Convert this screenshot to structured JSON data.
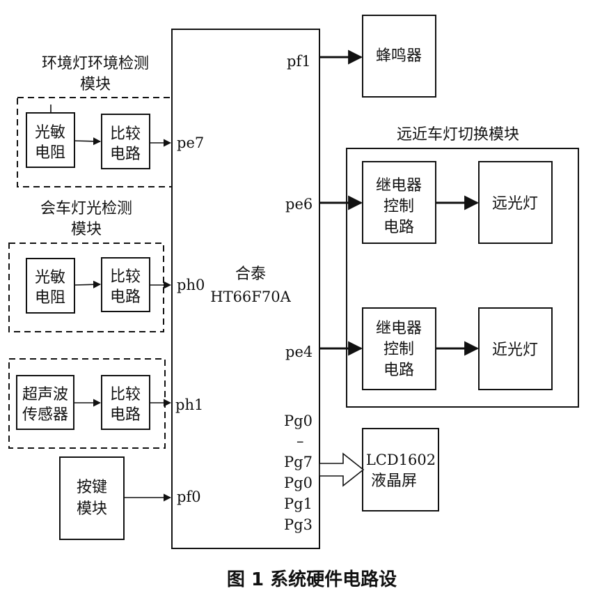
{
  "mcu": {
    "name_line1": "合泰",
    "name_line2": "HT66F70A"
  },
  "pins": {
    "pf1": "pf1",
    "pe7": "pe7",
    "pe6": "pe6",
    "ph0": "ph0",
    "pe4": "pe4",
    "ph1": "ph1",
    "pg0_a": "Pg0",
    "dash": "–",
    "pg7": "Pg7",
    "pg0_b": "Pg0",
    "pg1": "Pg1",
    "pg3": "Pg3",
    "pf0": "pf0"
  },
  "ambient_module": {
    "title_line1": "环境灯环境检测",
    "title_line2": "模块",
    "sensor_line1": "光敏",
    "sensor_line2": "电阻",
    "comp_line1": "比较",
    "comp_line2": "电路"
  },
  "oncoming_module": {
    "title_line1": "会车灯光检测",
    "title_line2": "模块",
    "sensor_line1": "光敏",
    "sensor_line2": "电阻",
    "comp_line1": "比较",
    "comp_line2": "电路"
  },
  "ultrasonic_module": {
    "sensor_line1": "超声波",
    "sensor_line2": "传感器",
    "comp_line1": "比较",
    "comp_line2": "电路"
  },
  "key_module": {
    "line1": "按键",
    "line2": "模块"
  },
  "buzzer": {
    "label": "蜂鸣器"
  },
  "switch_module": {
    "title": "远近车灯切换模块",
    "relay1_line1": "继电器",
    "relay1_line2": "控制",
    "relay1_line3": "电路",
    "high_beam": "远光灯",
    "relay2_line1": "继电器",
    "relay2_line2": "控制",
    "relay2_line3": "电路",
    "low_beam": "近光灯"
  },
  "lcd": {
    "line1": "LCD1602",
    "line2": "液晶屏"
  },
  "caption": "图 1  系统硬件电路设"
}
